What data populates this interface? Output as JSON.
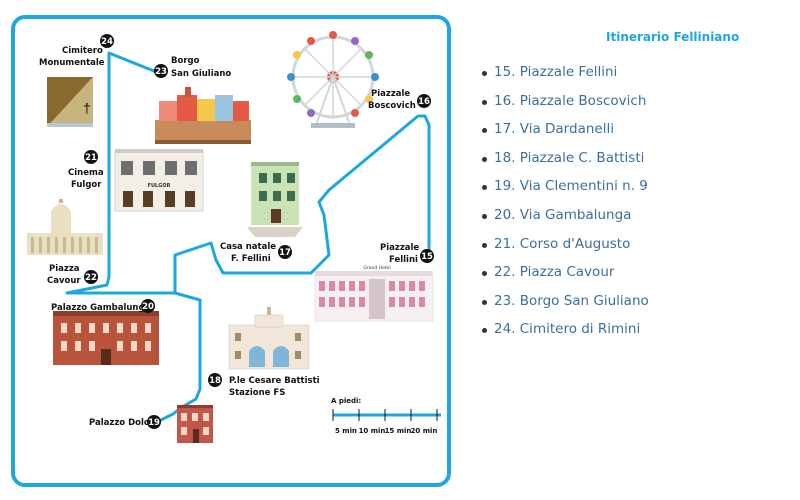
{
  "sidebar": {
    "title": "Itinerario Felliniano",
    "items": [
      "15. Piazzale Fellini",
      "16. Piazzale Boscovich",
      "17. Via Dardanelli",
      "18. Piazzale C. Battisti",
      "19. Via Clementini n. 9",
      "20. Via Gambalunga",
      "21. Corso d'Augusto",
      "22. Piazza Cavour",
      "23. Borgo San Giuliano",
      "24. Cimitero di Rimini"
    ]
  },
  "map": {
    "route_color": "#1ea7df",
    "stops": {
      "s15": {
        "num": "15",
        "line1": "Piazzale",
        "line2": "Fellini"
      },
      "s16": {
        "num": "16",
        "line1": "Piazzale",
        "line2": "Boscovich"
      },
      "s17": {
        "num": "17",
        "line1": "Casa natale",
        "line2": "F. Fellini"
      },
      "s18": {
        "num": "18",
        "line1": "P.le Cesare Battisti",
        "line2": "Stazione FS"
      },
      "s19": {
        "num": "19",
        "line1": "Palazzo Dolci"
      },
      "s20": {
        "num": "20",
        "line1": "Palazzo Gambalunga"
      },
      "s21": {
        "num": "21",
        "line1": "Cinema",
        "line2": "Fulgor"
      },
      "s22": {
        "num": "22",
        "line1": "Piazza",
        "line2": "Cavour"
      },
      "s23": {
        "num": "23",
        "line1": "Borgo",
        "line2": "San Giuliano"
      },
      "s24": {
        "num": "24",
        "line1": "Cimitero",
        "line2": "Monumentale"
      }
    },
    "cinema_sign": "FULGOR",
    "hotel_sign": "Grand Hotel",
    "scale": {
      "title": "A piedi:",
      "ticks": [
        "5 min",
        "10 min",
        "15 min",
        "20 min"
      ]
    }
  }
}
